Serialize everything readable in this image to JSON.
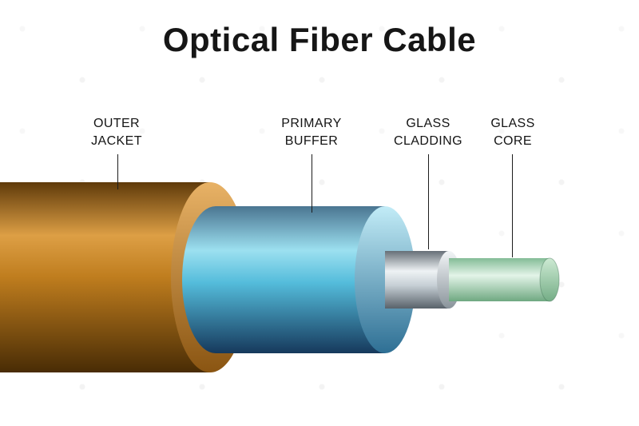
{
  "title": "Optical Fiber Cable",
  "labels": {
    "outer_jacket": {
      "line1": "OUTER",
      "line2": "JACKET"
    },
    "primary_buffer": {
      "line1": "PRIMARY",
      "line2": "BUFFER"
    },
    "glass_cladding": {
      "line1": "GLASS",
      "line2": "CLADDING"
    },
    "glass_core": {
      "line1": "GLASS",
      "line2": "CORE"
    }
  },
  "colors": {
    "jacket_top": "#5f3a0a",
    "jacket_high": "#dd9f45",
    "jacket_mid": "#bf7d1e",
    "jacket_bottom": "#492c05",
    "jacket_face_top": "#e8b266",
    "jacket_face_bottom": "#8a5512",
    "buffer_top": "#4a7591",
    "buffer_high": "#9ce0f0",
    "buffer_mid": "#54bcdb",
    "buffer_bottom": "#16395c",
    "buffer_face_top": "#c2ecf7",
    "buffer_face_bottom": "#2e6f94",
    "clad_top": "#666f77",
    "clad_high": "#eef2f4",
    "clad_mid": "#c6cfd5",
    "clad_bottom": "#59626a",
    "clad_face_top": "#f2f5f7",
    "clad_face_bottom": "#8a949b",
    "core_top": "#83bc96",
    "core_high": "#e3f4e8",
    "core_bottom": "#6fa881",
    "core_face_top": "#cdead3",
    "core_face_bottom": "#74ad86",
    "line_color": "#1c1c1c",
    "text_color": "#141414"
  }
}
